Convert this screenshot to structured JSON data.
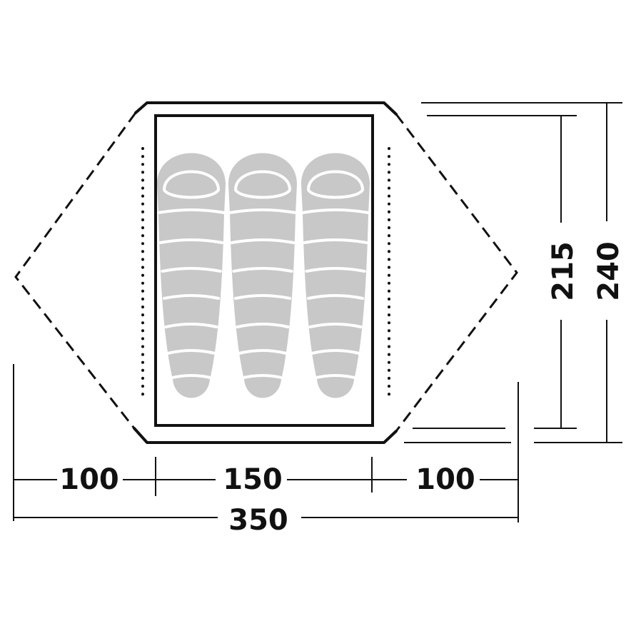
{
  "dimensions": {
    "side_left": "100",
    "inner_width": "150",
    "side_right": "100",
    "total_width": "350",
    "inner_length": "215",
    "total_length": "240"
  },
  "colors": {
    "line": "#111111",
    "sleeping_bag": "#c8c8c8",
    "background": "#ffffff"
  },
  "sleeping_bags": {
    "count": 3
  }
}
